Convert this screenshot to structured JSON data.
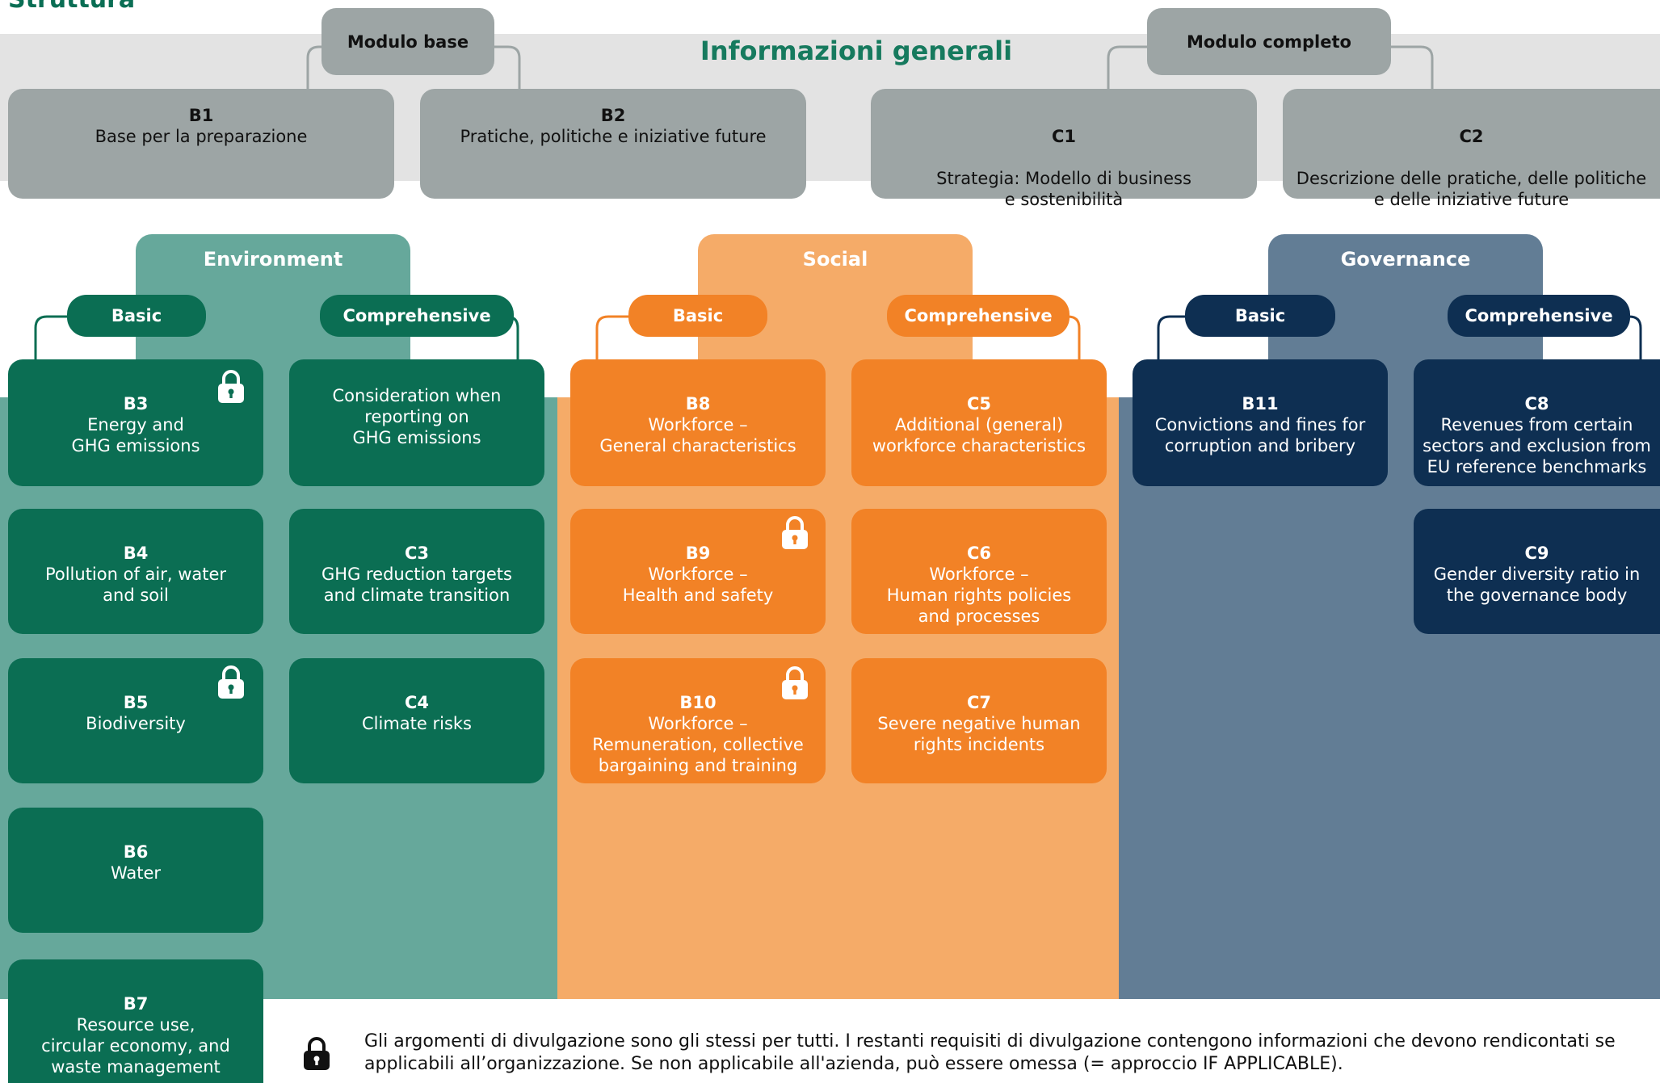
{
  "page_title": "Struttura",
  "general": {
    "title": "Informazioni generali",
    "basic_label": "Modulo base",
    "complete_label": "Modulo completo",
    "boxes": [
      {
        "code": "B1",
        "label": "Base per la preparazione"
      },
      {
        "code": "B2",
        "label": "Pratiche, politiche e iniziative future"
      },
      {
        "code": "C1",
        "label": "Strategia: Modello di business\ne sostenibilità"
      },
      {
        "code": "C2",
        "label": "Descrizione delle pratiche, delle politiche\ne delle iniziative future"
      }
    ]
  },
  "colors": {
    "env_bg": "#66a89b",
    "env_dark": "#0b6e53",
    "soc_bg": "#f5ab68",
    "soc_dark": "#f28226",
    "gov_bg": "#627d95",
    "gov_dark": "#0e2f52",
    "general_box": "#9da5a5",
    "general_band": "#e3e3e3"
  },
  "environment": {
    "title": "Environment",
    "basic": "Basic",
    "comprehensive": "Comprehensive",
    "basic_cards": [
      {
        "code": "B3",
        "label": "Energy and\nGHG emissions",
        "lock": true
      },
      {
        "code": "B4",
        "label": "Pollution of air, water\nand soil",
        "lock": false
      },
      {
        "code": "B5",
        "label": "Biodiversity",
        "lock": true
      },
      {
        "code": "B6",
        "label": "Water",
        "lock": false
      },
      {
        "code": "B7",
        "label": "Resource use,\ncircular economy, and\nwaste management",
        "lock": false
      }
    ],
    "comp_cards": [
      {
        "code": "",
        "label": "Consideration when\nreporting on\nGHG emissions",
        "lock": false
      },
      {
        "code": "C3",
        "label": "GHG reduction targets\nand climate transition",
        "lock": false
      },
      {
        "code": "C4",
        "label": "Climate risks",
        "lock": false
      }
    ]
  },
  "social": {
    "title": "Social",
    "basic": "Basic",
    "comprehensive": "Comprehensive",
    "basic_cards": [
      {
        "code": "B8",
        "label": "Workforce –\nGeneral characteristics",
        "lock": false
      },
      {
        "code": "B9",
        "label": "Workforce –\nHealth and safety",
        "lock": true
      },
      {
        "code": "B10",
        "label": "Workforce –\nRemuneration, collective\nbargaining and training",
        "lock": true
      }
    ],
    "comp_cards": [
      {
        "code": "C5",
        "label": "Additional (general)\nworkforce characteristics",
        "lock": false
      },
      {
        "code": "C6",
        "label": "Workforce –\nHuman rights policies\nand processes",
        "lock": false
      },
      {
        "code": "C7",
        "label": "Severe negative human\nrights incidents",
        "lock": false
      }
    ]
  },
  "governance": {
    "title": "Governance",
    "basic": "Basic",
    "comprehensive": "Comprehensive",
    "basic_cards": [
      {
        "code": "B11",
        "label": "Convictions and fines for\ncorruption and bribery",
        "lock": false
      }
    ],
    "comp_cards": [
      {
        "code": "C8",
        "label": "Revenues from certain\nsectors and exclusion from\nEU reference benchmarks",
        "lock": false
      },
      {
        "code": "C9",
        "label": "Gender diversity ratio in\nthe governance body",
        "lock": false
      }
    ]
  },
  "legend": {
    "icon": "lock-icon",
    "text": "Gli argomenti di divulgazione sono gli stessi per tutti. I restanti requisiti di divulgazione contengono informazioni che devono rendicontati se applicabili all’organizzazione. Se non applicabile  all'azienda, può essere omessa (= approccio IF APPLICABLE)."
  }
}
